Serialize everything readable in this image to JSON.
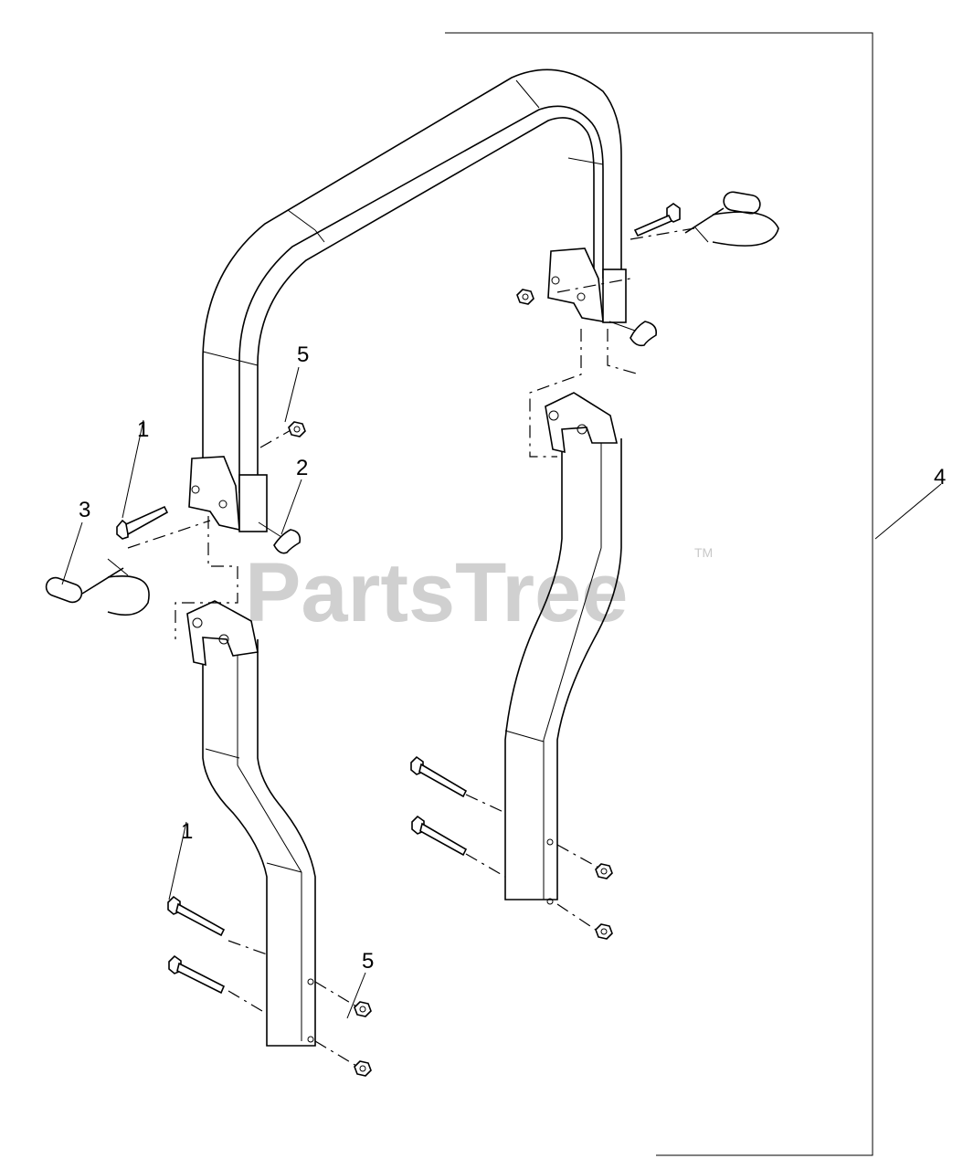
{
  "diagram": {
    "callouts": [
      {
        "id": "callout-1-upper",
        "label": "1"
      },
      {
        "id": "callout-2",
        "label": "2"
      },
      {
        "id": "callout-3",
        "label": "3"
      },
      {
        "id": "callout-4",
        "label": "4"
      },
      {
        "id": "callout-5-upper",
        "label": "5"
      },
      {
        "id": "callout-1-lower",
        "label": "1"
      },
      {
        "id": "callout-5-lower",
        "label": "5"
      }
    ],
    "watermark": {
      "text": "PartsTree",
      "trademark": "TM"
    }
  }
}
